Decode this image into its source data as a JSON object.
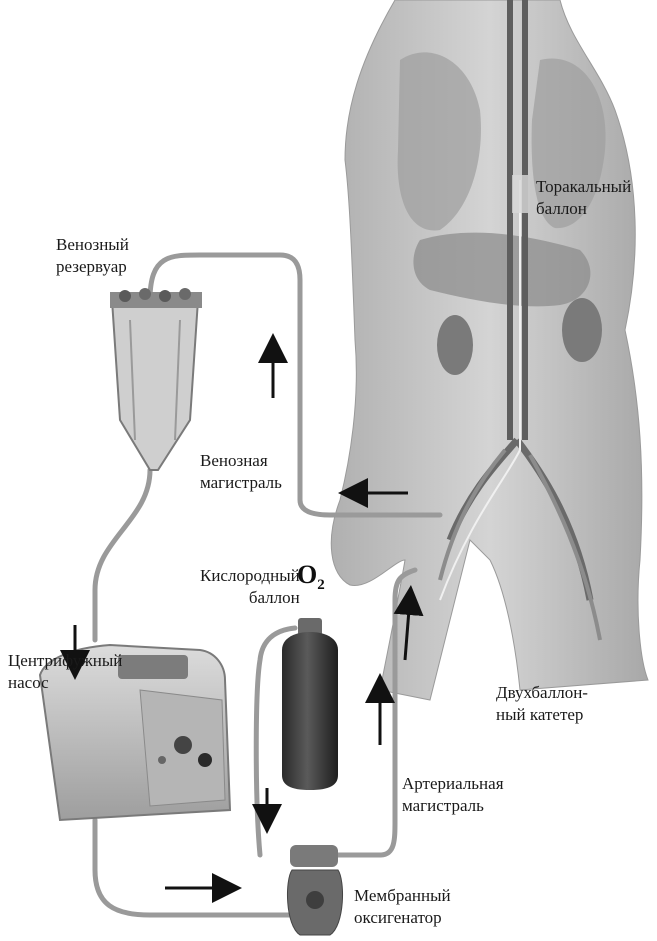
{
  "labels": {
    "thoracic_balloon": [
      "Торакальный",
      "баллон"
    ],
    "venous_reservoir": [
      "Венозный",
      "резервуар"
    ],
    "venous_line": [
      "Венозная",
      "магистраль"
    ],
    "oxygen_cylinder": [
      "Кислородный",
      "баллон"
    ],
    "centrifugal_pump": [
      "Центрифужный",
      "насос"
    ],
    "double_balloon_catheter": [
      "Двухбаллон-",
      "ный катетер"
    ],
    "arterial_line": [
      "Артериальная",
      "магистраль"
    ],
    "membrane_oxygenator": [
      "Мембранный",
      "оксигенатор"
    ]
  },
  "cylinder_label": {
    "main": "O",
    "sub": "2"
  },
  "colors": {
    "body": "#bdbdbd",
    "tubing": "#9a9a9a",
    "arrow": "#111111",
    "cylinder": "#3a3a3a",
    "kidney": "#7a7a7a",
    "vessels": "#8c8c8c"
  }
}
